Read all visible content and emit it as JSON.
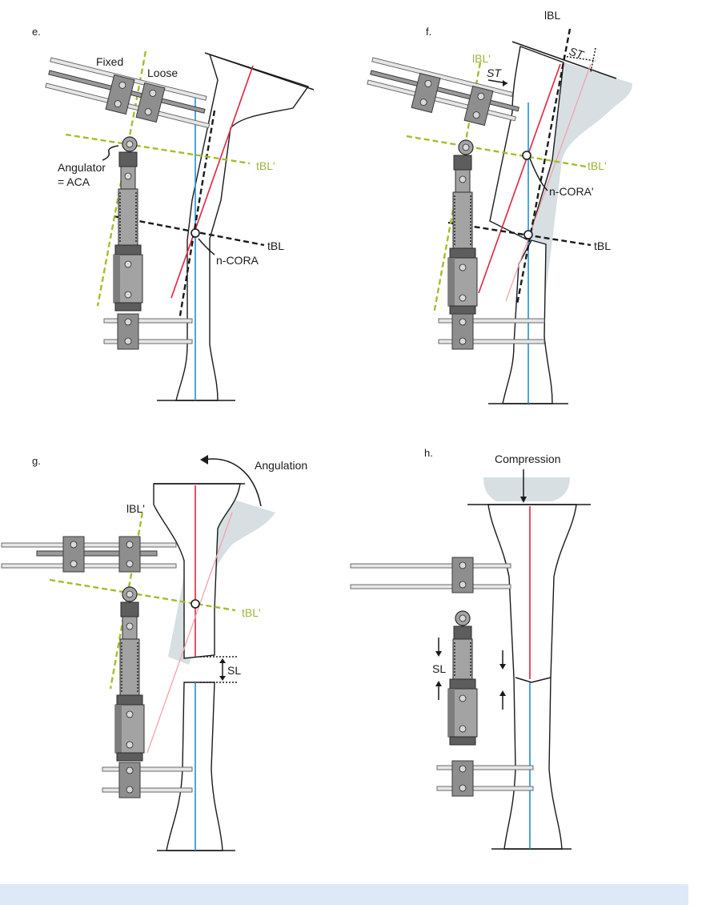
{
  "panels": {
    "e": {
      "label": "e.",
      "fixed": "Fixed",
      "loose": "Loose",
      "angulator_line1": "Angulator",
      "angulator_line2": "= ACA",
      "tbl_prime": "tBL'",
      "tbl": "tBL",
      "ncora": "n-CORA"
    },
    "f": {
      "label": "f.",
      "lbl": "lBL",
      "lbl_prime": "lBL'",
      "st_top": "ST",
      "st_left": "ST",
      "tbl_prime": "tBL'",
      "ncora_prime": "n-CORA'",
      "tbl": "tBL"
    },
    "g": {
      "label": "g.",
      "angulation": "Angulation",
      "lbl_prime": "lBL'",
      "tbl_prime": "tBL'",
      "sl": "SL"
    },
    "h": {
      "label": "h.",
      "compression": "Compression",
      "sl": "SL"
    }
  },
  "colors": {
    "mechanical_axis_blue": "#1f8fd6",
    "axis_red": "#e2233f",
    "axis_pink": "#f3a3ad",
    "reference_green": "#a4bd2c",
    "footer_band": "#dde9f7"
  }
}
